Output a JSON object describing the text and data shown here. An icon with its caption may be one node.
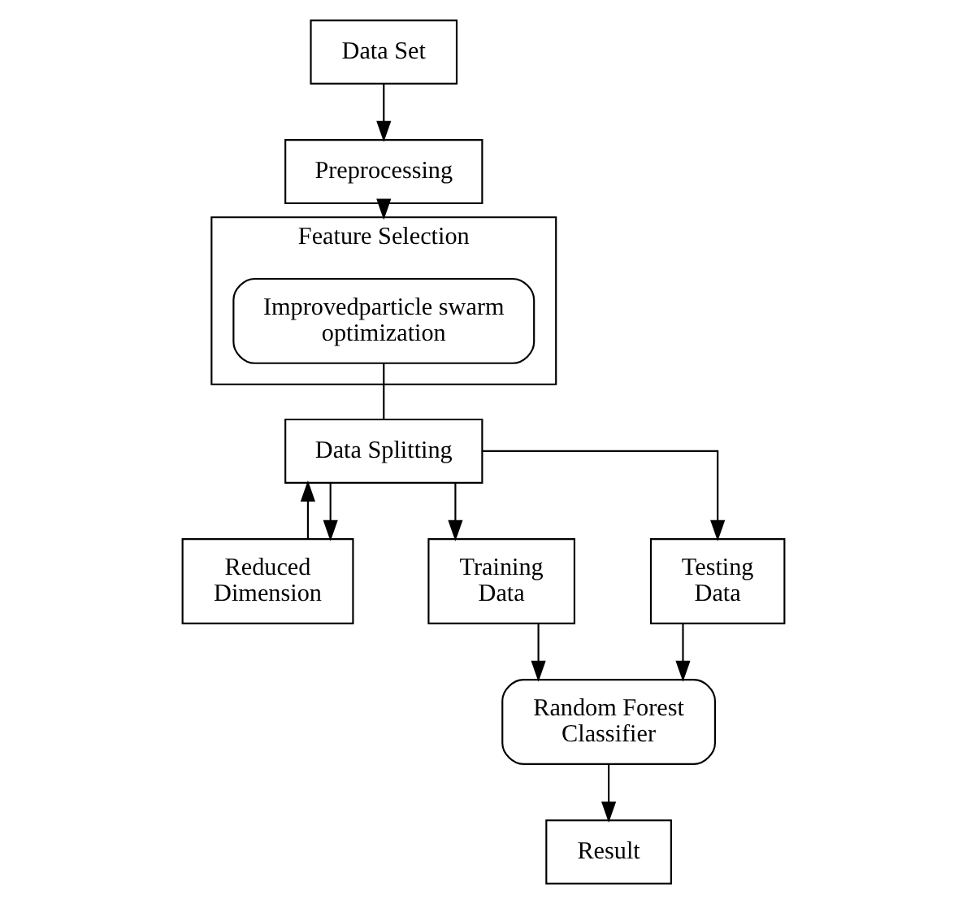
{
  "diagram": {
    "nodes": [
      {
        "text": [
          "Data Set"
        ]
      },
      {
        "text": [
          "Preprocessing"
        ]
      },
      {
        "text": [
          "Feature Selection"
        ]
      },
      {
        "text": [
          "Improvedparticle swarm optimization"
        ],
        "in": 2
      },
      {
        "text": [
          "Reduced Dimension"
        ]
      },
      {
        "text": [
          "Data Splitting"
        ]
      },
      {
        "text": [
          "Training Data"
        ]
      },
      {
        "text": [
          "Testing Data"
        ]
      },
      {
        "text": [
          "Random Forest Classifier"
        ]
      },
      {
        "text": [
          "Result"
        ]
      }
    ],
    "edges": [
      {
        "from": 0,
        "to": 1,
        "arrow": "to"
      },
      {
        "from": 1,
        "to": 2,
        "arrow": "to"
      },
      {
        "from": 3,
        "to": 5,
        "arrow": "none"
      },
      {
        "from": 5,
        "to": 4,
        "arrow": "to"
      },
      {
        "from": 4,
        "to": 5,
        "arrow": "to"
      },
      {
        "from": 5,
        "to": 6,
        "arrow": "to"
      },
      {
        "from": 5,
        "to": 7,
        "arrow": "to"
      },
      {
        "from": 6,
        "to": 8,
        "arrow": "to"
      },
      {
        "from": 7,
        "to": 8,
        "arrow": "to"
      },
      {
        "from": 8,
        "to": 9,
        "arrow": "to"
      }
    ]
  }
}
